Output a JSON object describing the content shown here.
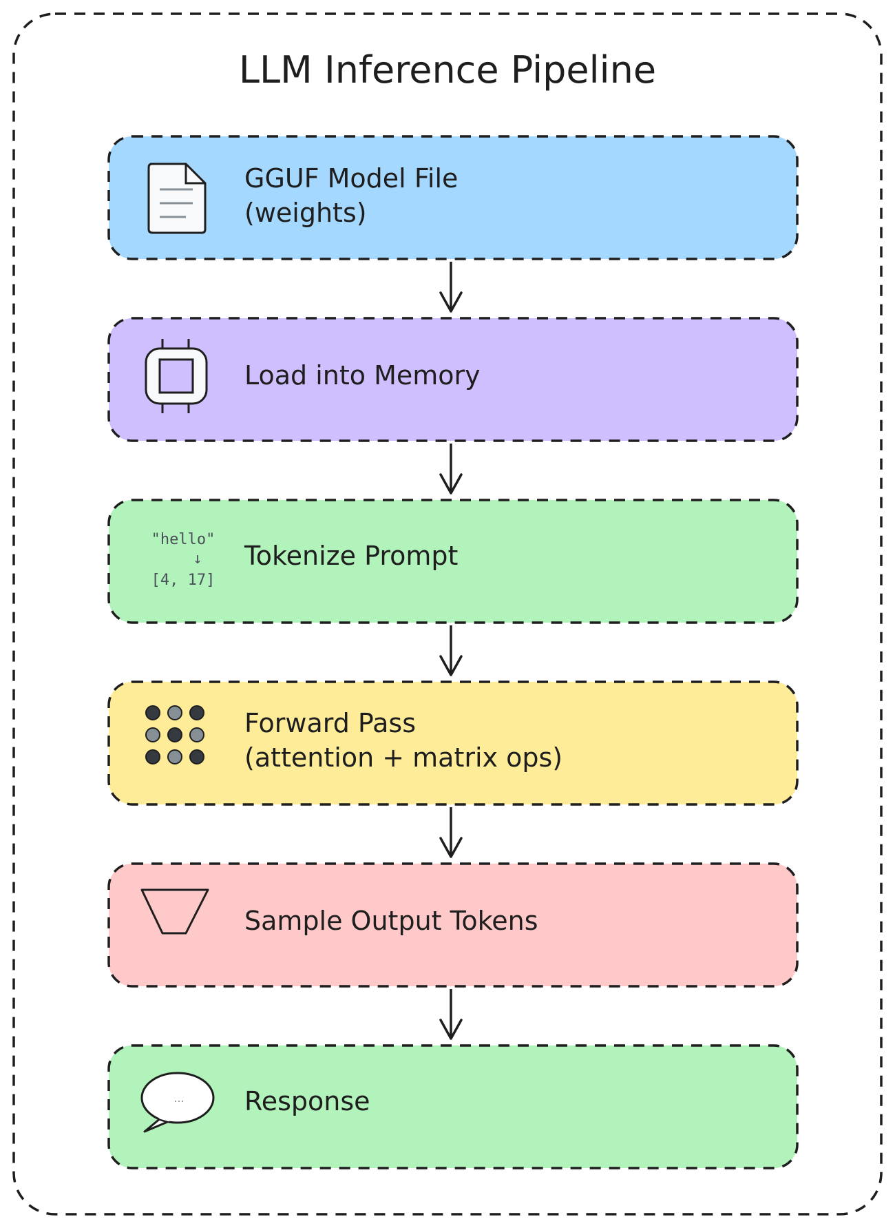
{
  "title": "LLM Inference Pipeline",
  "colors": {
    "stroke": "#1e1e1e",
    "model_file": "#a5d8ff",
    "load_memory": "#d0bfff",
    "tokenize": "#b2f2bb",
    "forward_pass": "#ffec99",
    "sample": "#ffc9c9",
    "response": "#b2f2bb"
  },
  "steps": [
    {
      "id": "model-file",
      "icon": "document-icon",
      "line1": "GGUF Model File",
      "line2": "(weights)"
    },
    {
      "id": "load-memory",
      "icon": "memory-chip-icon",
      "line1": "Load into Memory",
      "line2": ""
    },
    {
      "id": "tokenize",
      "icon": "token-example-icon",
      "line1": "Tokenize Prompt",
      "line2": "",
      "icon_text": {
        "input": "\"hello\"",
        "arrow": "↓",
        "output": "[4, 17]"
      }
    },
    {
      "id": "forward-pass",
      "icon": "neuron-grid-icon",
      "line1": "Forward Pass",
      "line2": "(attention + matrix ops)"
    },
    {
      "id": "sample",
      "icon": "funnel-icon",
      "line1": "Sample Output Tokens",
      "line2": ""
    },
    {
      "id": "response",
      "icon": "speech-bubble-icon",
      "line1": "Response",
      "line2": "",
      "icon_text": {
        "dots": "..."
      }
    }
  ]
}
